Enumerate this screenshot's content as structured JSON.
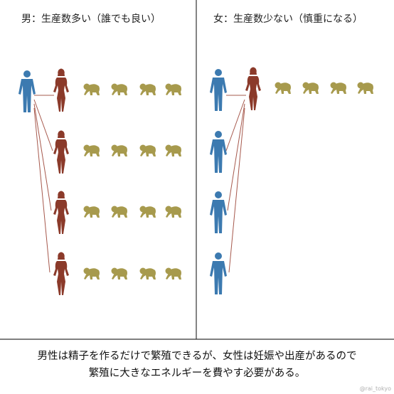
{
  "left_panel": {
    "title": "男：生産数多い（誰でも良い）"
  },
  "right_panel": {
    "title": "女：生産数少ない（慎重になる）"
  },
  "caption": {
    "line1": "男性は精子を作るだけで繁殖できるが、女性は妊娠や出産があるので",
    "line2": "繁殖に大きなエネルギーを費やす必要がある。"
  },
  "credit": "@rai_tokyo",
  "colors": {
    "male": "#3c7ab0",
    "female": "#8b3a2a",
    "baby": "#a79a4d",
    "line": "#a6584c",
    "border": "#333333"
  },
  "icons": {
    "male": "man-icon",
    "female": "woman-icon",
    "baby": "baby-icon"
  }
}
